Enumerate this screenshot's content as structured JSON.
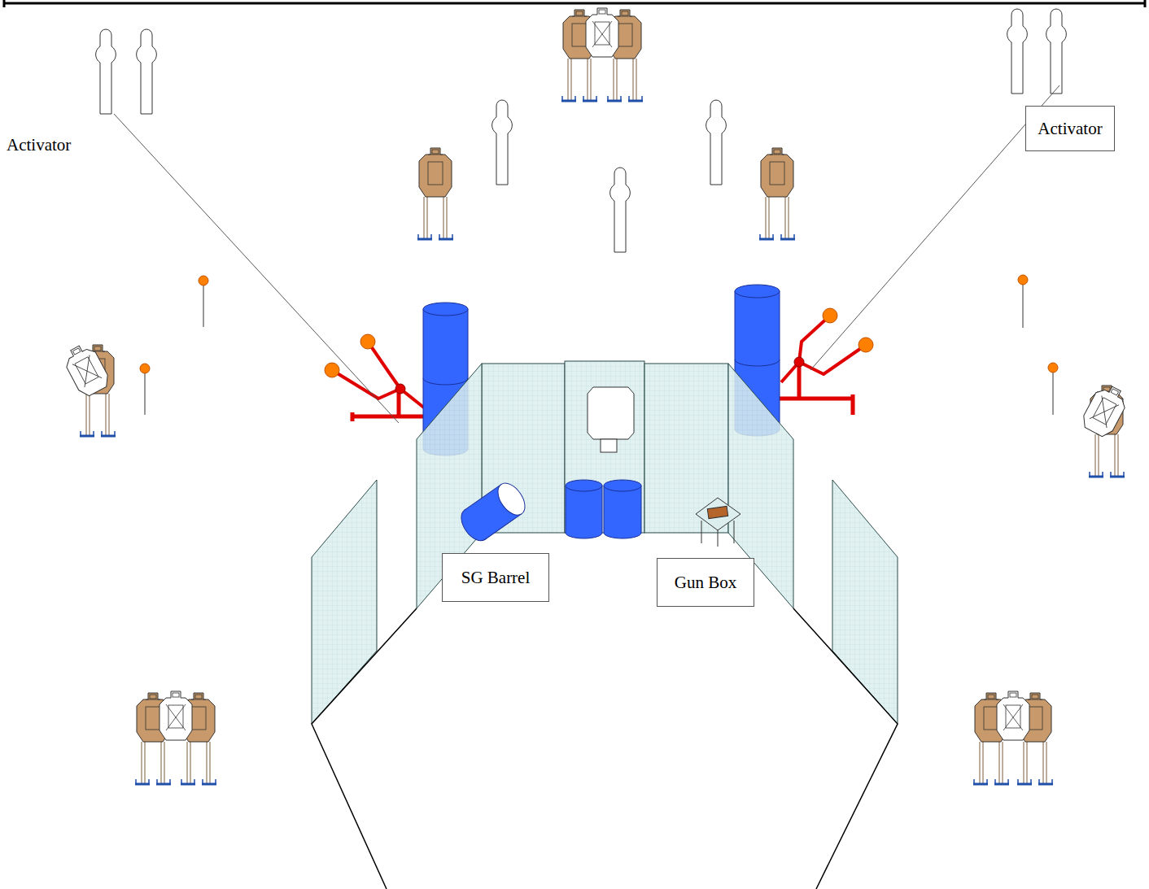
{
  "diagram": {
    "nodes": [
      {
        "text": [
          "Activator"
        ]
      },
      {
        "text": [
          "SG Barrel"
        ]
      },
      {
        "text": [
          "Gun Box"
        ]
      }
    ],
    "labels": [
      "Activator"
    ]
  }
}
